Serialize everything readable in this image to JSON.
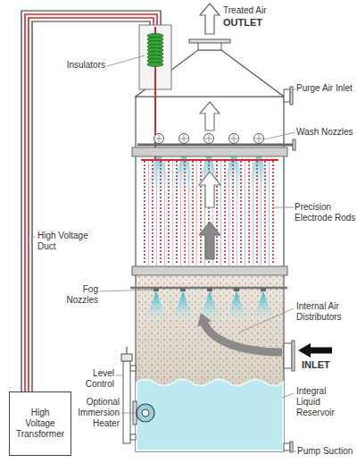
{
  "diagram": {
    "nodes": [
      {
        "text": [
          "High Voltage Transformer"
        ]
      }
    ],
    "labels": [
      "Treated Air",
      "OUTLET",
      "Insulators",
      "Purge Air Inlet",
      "Wash Nozzles",
      "Precision Electrode Rods",
      "High Voltage Duct",
      "Fog Nozzles",
      "Internal Air Distributors",
      "INLET",
      "Level Control",
      "Integral Liquid Reservoir",
      "Optional Immersion Heater",
      "Pump Suction"
    ]
  }
}
